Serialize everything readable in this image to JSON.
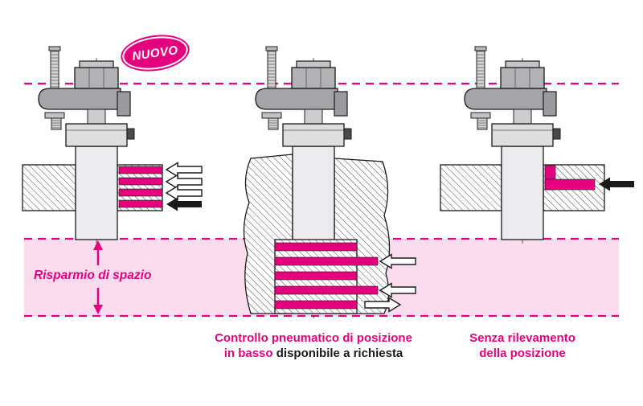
{
  "colors": {
    "magenta": "#e5007d",
    "band_pink": "#fadcee",
    "outline_dark": "#1a1a1a",
    "metal_gray": "#a5a5a9",
    "body_light_gray": "#ececee"
  },
  "badge": {
    "label": "NUOVO"
  },
  "left_figure": {
    "label": "Risparmio di spazio"
  },
  "middle_figure": {
    "caption_line1": "Controllo pneumatico di posizione",
    "caption_line2_highlight": "in basso",
    "caption_line2_rest": "disponibile a richiesta"
  },
  "right_figure": {
    "caption_line1": "Senza rilevamento",
    "caption_line2": "della posizione"
  },
  "icons": {
    "position_flow_arrow": "left-arrow-outline",
    "clamp_signal_arrow": "left-arrow-filled",
    "exhaust_arrow": "right-arrow-outline",
    "space_saving_arrow": "vertical-double-arrow"
  }
}
